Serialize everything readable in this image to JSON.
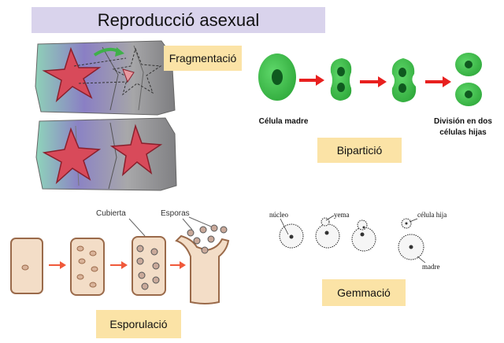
{
  "title": "Reproducció asexual",
  "sections": {
    "fragmentation": {
      "label": "Fragmentació"
    },
    "bipartition": {
      "label": "Bipartició",
      "start_caption": "Célula madre",
      "end_caption_line1": "División en dos",
      "end_caption_line2": "células hijas"
    },
    "sporulation": {
      "label": "Esporulació",
      "cover_label": "Cubierta",
      "spores_label": "Esporas"
    },
    "budding": {
      "label": "Gemmació",
      "nucleus_label": "núcleo",
      "bud_label": "yema",
      "daughter_label": "célula hija",
      "mother_label": "madre"
    }
  },
  "colors": {
    "title_bg": "#d9d3ec",
    "label_bg": "#fbe3a6",
    "cell_green": "#3fbf4a",
    "nucleus": "#0f5a1f",
    "arrow_red": "#e8201f",
    "star_red": "#d84a5a",
    "spore_cell": "#f3ddc7",
    "spore_arrow": "#f0593a"
  }
}
